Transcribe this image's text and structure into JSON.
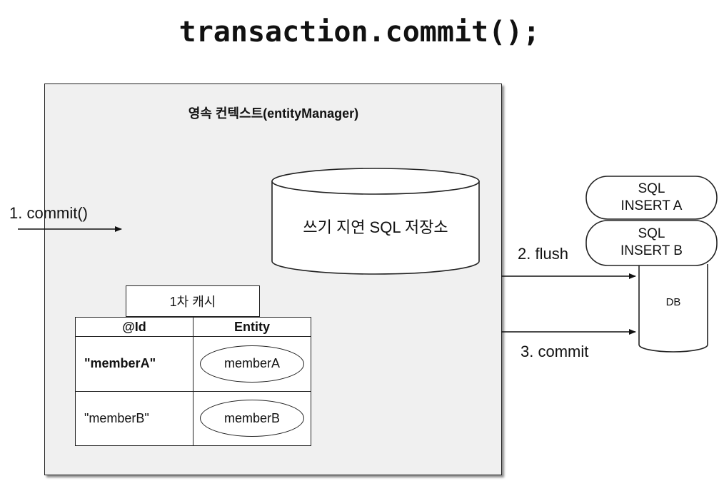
{
  "title": "transaction.commit();",
  "persistence_context": {
    "title": "영속 컨텍스트(entityManager)",
    "sql_store_label": "쓰기 지연 SQL 저장소",
    "cache": {
      "tab_label": "1차 캐시",
      "columns": [
        "@Id",
        "Entity"
      ],
      "rows": [
        {
          "id": "\"memberA\"",
          "entity": "memberA"
        },
        {
          "id": "\"memberB\"",
          "entity": "memberB"
        }
      ]
    }
  },
  "steps": {
    "commit_in": "1. commit()",
    "flush": "2. flush",
    "commit_db": "3. commit"
  },
  "db": {
    "label": "DB",
    "queued_sql": [
      {
        "line1": "SQL",
        "line2": "INSERT A"
      },
      {
        "line1": "SQL",
        "line2": "INSERT B"
      }
    ]
  }
}
